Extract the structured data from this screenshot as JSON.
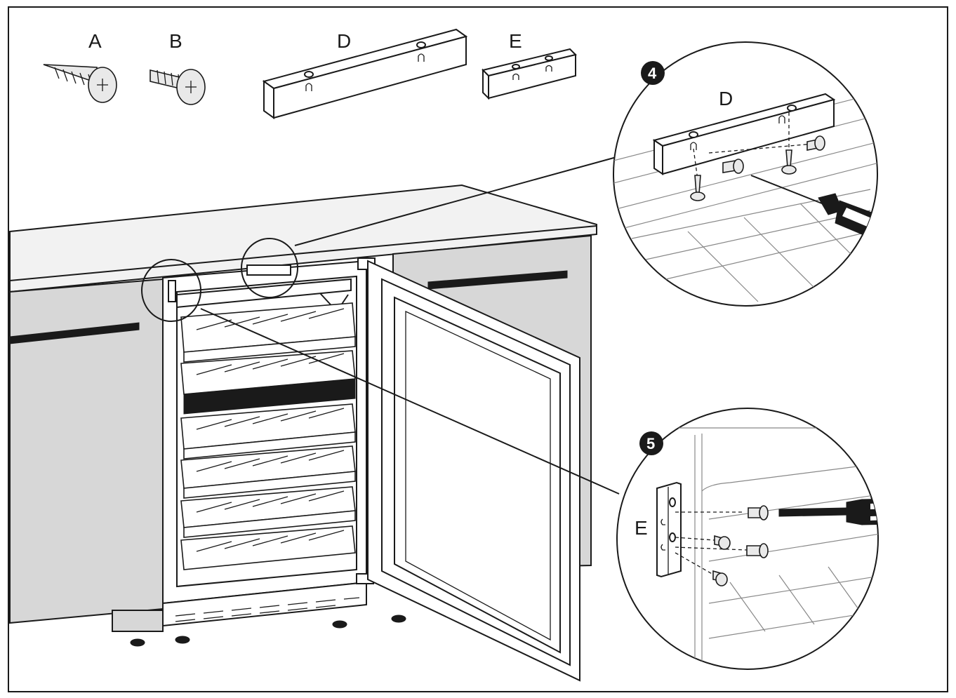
{
  "parts": [
    {
      "id": "part-a",
      "label": "A"
    },
    {
      "id": "part-b",
      "label": "B"
    },
    {
      "id": "part-d",
      "label": "D"
    },
    {
      "id": "part-e",
      "label": "E"
    }
  ],
  "steps": [
    {
      "id": "step-4",
      "number": "4",
      "part_label": "D"
    },
    {
      "id": "step-5",
      "number": "5",
      "part_label": "E"
    }
  ]
}
